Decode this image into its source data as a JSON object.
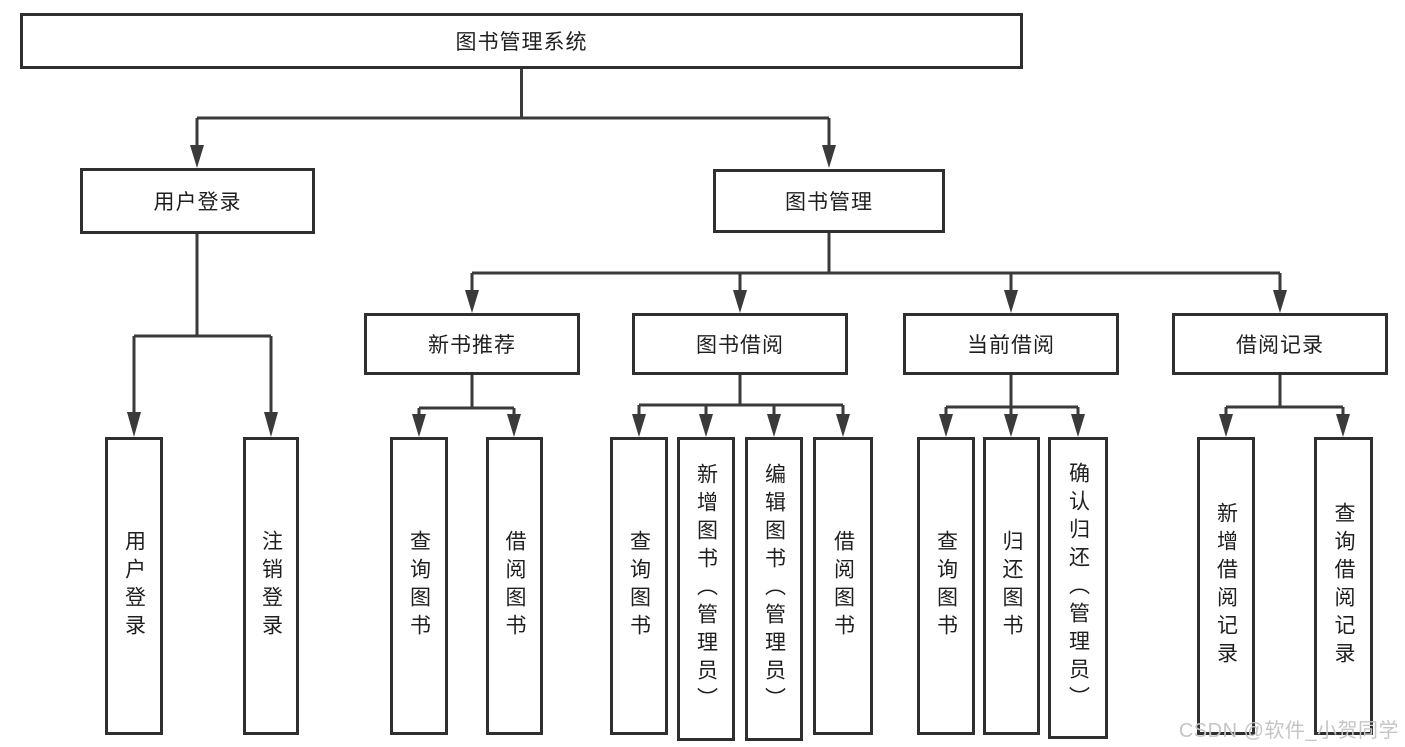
{
  "diagram": {
    "root": {
      "label": "图书管理系统"
    },
    "branches": [
      {
        "label": "用户登录",
        "children": [
          {
            "label": "用户登录"
          },
          {
            "label": "注销登录"
          }
        ]
      },
      {
        "label": "图书管理",
        "children": [
          {
            "label": "新书推荐",
            "children": [
              {
                "label": "查询图书"
              },
              {
                "label": "借阅图书"
              }
            ]
          },
          {
            "label": "图书借阅",
            "children": [
              {
                "label": "查询图书"
              },
              {
                "label": "新增图书（管理员）"
              },
              {
                "label": "编辑图书（管理员）"
              },
              {
                "label": "借阅图书"
              }
            ]
          },
          {
            "label": "当前借阅",
            "children": [
              {
                "label": "查询图书"
              },
              {
                "label": "归还图书"
              },
              {
                "label": "确认归还（管理员）"
              }
            ]
          },
          {
            "label": "借阅记录",
            "children": [
              {
                "label": "新增借阅记录"
              },
              {
                "label": "查询借阅记录"
              }
            ]
          }
        ]
      }
    ]
  },
  "watermark": {
    "text": "CSDN @软件_小贺同学"
  },
  "colors": {
    "line": "#3a3a3a",
    "box_border": "#2f2f2f",
    "text": "#1f1f1f",
    "background": "#ffffff",
    "watermark": "#c5c5c5"
  }
}
